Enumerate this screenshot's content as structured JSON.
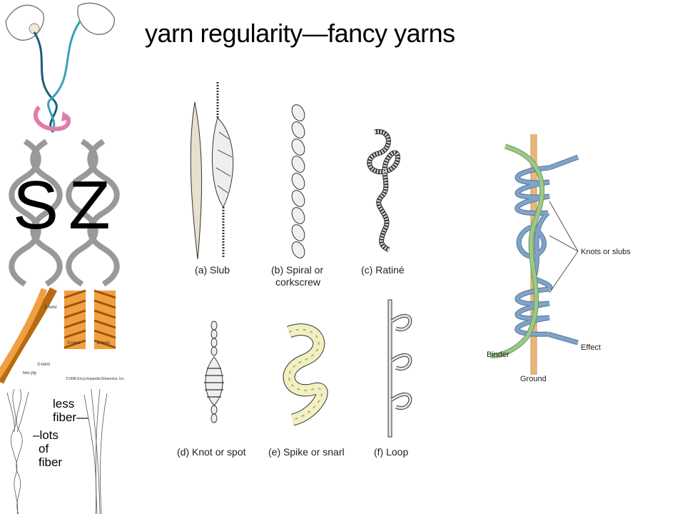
{
  "title": "yarn regularity—fancy yarns",
  "left_column": {
    "s_label": "S",
    "z_label": "Z",
    "twist_labels": {
      "z_twist_1": "Z-twist",
      "s_twist_1": "S-twist",
      "two_ply": "two-ply",
      "s_twist_2": "S-twist",
      "z_twist_2": "Z-twist",
      "copyright": "©1998 Encyclopaedia Britannica, Inc."
    },
    "fiber_labels": {
      "less_fiber": [
        "less",
        "fiber—"
      ],
      "lots_of_fiber": [
        "–lots",
        "of",
        "fiber"
      ]
    }
  },
  "fancy_yarn_captions": [
    "(a) Slub",
    "(b) Spiral or",
    "corkscrew",
    "(c) Ratiné",
    "(d) Knot or spot",
    "(e) Spike or snarl",
    "(f) Loop"
  ],
  "structure_diagram": {
    "labels": {
      "knots": "Knots or slubs",
      "effect": "Effect",
      "binder": "Binder",
      "ground": "Ground"
    },
    "colors": {
      "ground": "#e8b878",
      "effect": "#7fa4c8",
      "binder": "#9cc98a"
    }
  }
}
